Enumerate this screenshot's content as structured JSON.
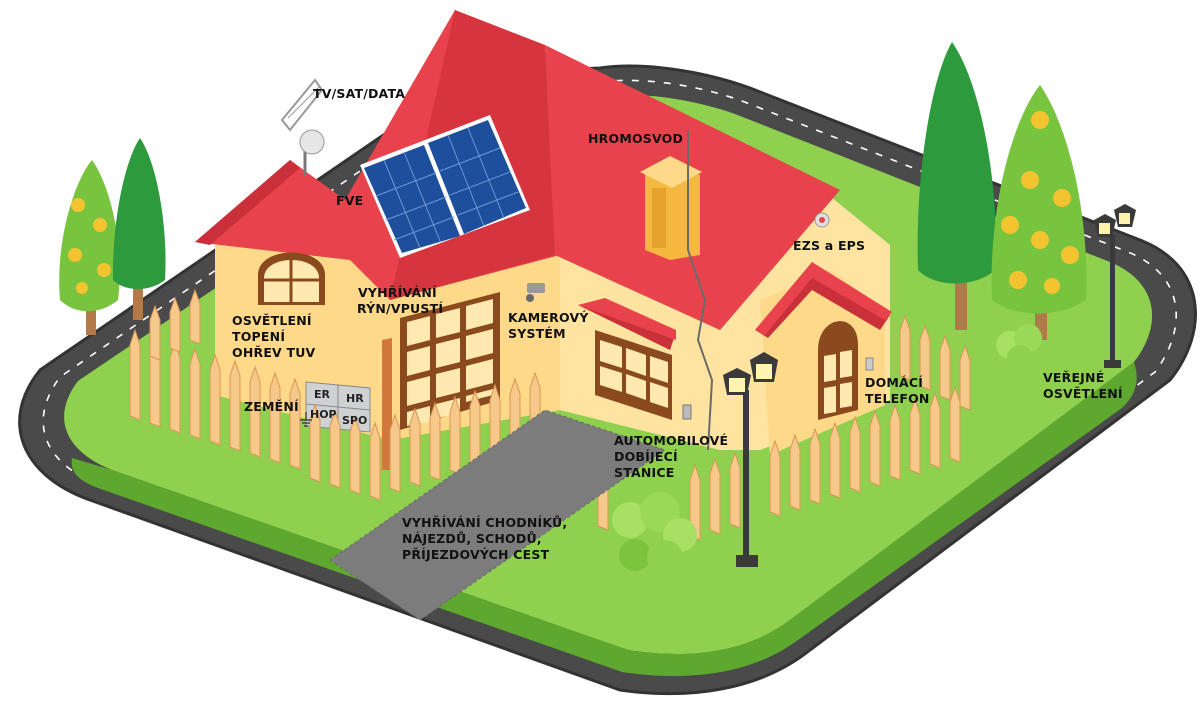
{
  "colors": {
    "roof": "#e8434c",
    "roof_dark": "#c93039",
    "wall": "#ffd98a",
    "wall_light": "#ffe9b0",
    "grass": "#8fd14f",
    "grass_dark": "#5fa82f",
    "road": "#4a4a4a",
    "solar": "#1d4f9c",
    "tree": "#2e9a3e",
    "fence": "#f6c88a"
  },
  "labels": {
    "tv_sat_data": "TV/SAT/DATA",
    "fve": "FVE",
    "hromosvod": "HROMOSVOD",
    "ezs_eps": "EZS a EPS",
    "vyhrivani": "VYHŘÍVÁNÍ",
    "ryn_vpusti": "RÝN/VPUSTÍ",
    "kamerovy": "KAMEROVÝ",
    "system": "SYSTÉM",
    "osvetleni": "OSVĚTLENÍ",
    "topeni": "TOPENÍ",
    "ohrev_tuv": "OHŘEV TUV",
    "zemeni": "ZEMĚNÍ",
    "domaci": "DOMÁCÍ",
    "telefon": "TELEFON",
    "verejne": "VEŘEJNÉ",
    "verejne_osvetleni": "OSVĚTLENÍ",
    "automobilove": "AUTOMOBILOVÉ",
    "dobijeci": "DOBÍJECÍ",
    "stanice": "STANICE",
    "chodniky_1": "VYHŘÍVÁNÍ CHODNÍKŮ,",
    "chodniky_2": "NÁJEZDŮ, SCHODŮ,",
    "chodniky_3": "PŘÍJEZDOVÝCH CEST"
  },
  "switchboard": {
    "er": "ER",
    "hr": "HR",
    "hop": "HOP",
    "spo": "SPO"
  }
}
